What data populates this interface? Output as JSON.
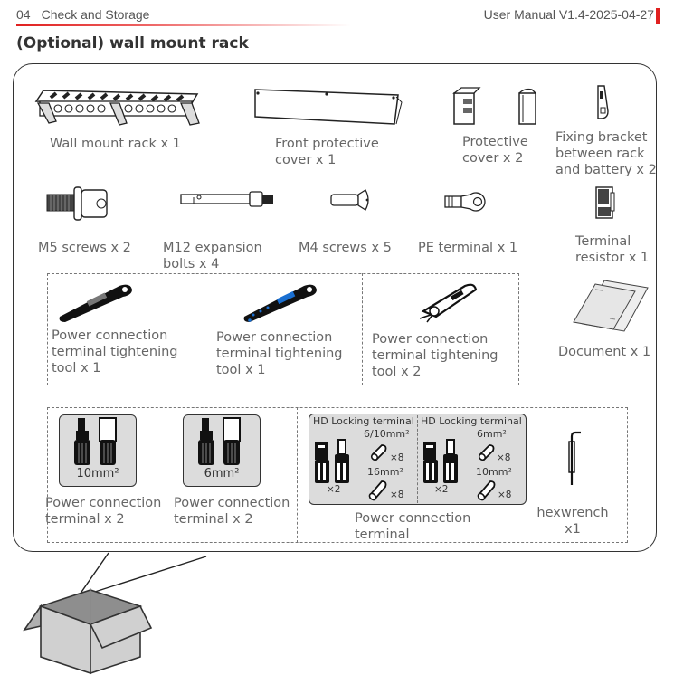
{
  "header": {
    "section_number": "04",
    "section_title": "Check and Storage",
    "manual_version": "User Manual V1.4-2025-04-27",
    "accent_color": "#e0201f"
  },
  "page_title": "(Optional) wall mount rack",
  "items": {
    "wall_mount_rack": "Wall mount rack x 1",
    "front_cover_l1": "Front protective",
    "front_cover_l2": "cover x 1",
    "protective_cover_l1": "Protective",
    "protective_cover_l2": "cover x 2",
    "fixing_bracket_l1": "Fixing bracket",
    "fixing_bracket_l2": "between rack",
    "fixing_bracket_l3": "and battery x 2",
    "m5_screws": "M5 screws x 2",
    "m12_bolts_l1": "M12 expansion",
    "m12_bolts_l2": "bolts x 4",
    "m4_screws": "M4 screws x 5",
    "pe_terminal": "PE terminal x 1",
    "terminal_resistor_l1": "Terminal",
    "terminal_resistor_l2": "resistor x 1",
    "tool_a_l1": "Power connection",
    "tool_a_l2": "terminal tightening",
    "tool_a_l3": "tool x 1",
    "tool_b_l1": "Power connection",
    "tool_b_l2": "terminal tightening",
    "tool_b_l3": "tool x 1",
    "tool_c_l1": "Power connection",
    "tool_c_l2": "terminal tightening",
    "tool_c_l3": "tool x 2",
    "document": "Document x 1",
    "pct_10_size": "10mm²",
    "pct_10_l1": "Power connection",
    "pct_10_l2": "terminal x 2",
    "pct_6_size": "6mm²",
    "pct_6_l1": "Power connection",
    "pct_6_l2": "terminal x 2",
    "hd_left_title": "HD Locking terminal",
    "hd_left_size_a": "6/10mm²",
    "hd_left_size_b": "16mm²",
    "hd_left_qty_a": "×8",
    "hd_left_qty_b": "×8",
    "hd_left_qty_conn": "×2",
    "hd_right_title": "HD Locking terminal",
    "hd_right_size_a": "6mm²",
    "hd_right_size_b": "10mm²",
    "hd_right_qty_a": "×8",
    "hd_right_qty_b": "×8",
    "hd_right_qty_conn": "×2",
    "hd_label_l1": "Power connection",
    "hd_label_l2": "terminal",
    "hexwrench_l1": "hexwrench",
    "hexwrench_l2": "x1"
  }
}
